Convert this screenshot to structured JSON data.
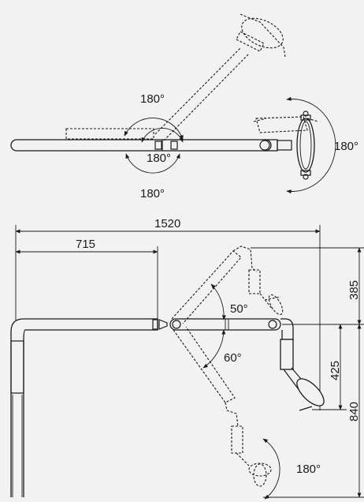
{
  "top_view": {
    "angles": {
      "upper_left": "180°",
      "center": "180°",
      "lower_left": "180°",
      "head_right": "180°"
    }
  },
  "side_view": {
    "dimensions": {
      "total_reach": "1520",
      "mount_to_joint": "715",
      "height_upper": "385",
      "height_head": "425",
      "height_total": "840"
    },
    "angles": {
      "up": "50°",
      "down": "60°",
      "head_rotation": "180°"
    }
  },
  "colors": {
    "background": "#f2f2f2",
    "line": "#1a1a1a"
  }
}
